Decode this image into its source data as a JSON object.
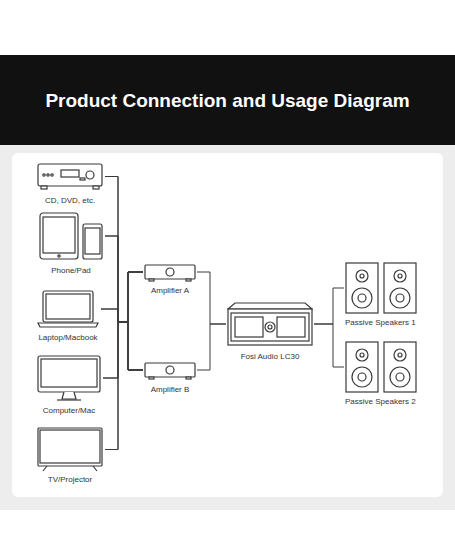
{
  "diagram": {
    "title": "Product Connection and Usage Diagram",
    "nodes": [
      {
        "text": [
          "CD, DVD, etc."
        ]
      },
      {
        "text": [
          "Phone/Pad"
        ]
      },
      {
        "text": [
          "Laptop/Macbook"
        ]
      },
      {
        "text": [
          "Computer/Mac"
        ]
      },
      {
        "text": [
          "TV/Projector"
        ]
      },
      {
        "text": [
          "Amplifier A"
        ]
      },
      {
        "text": [
          "Amplifier B"
        ]
      },
      {
        "text": [
          "Fosi Audio LC30"
        ]
      },
      {
        "text": [
          "Passive Speakers 1"
        ]
      },
      {
        "text": [
          "Passive Speakers 2"
        ]
      }
    ],
    "edges": [
      {
        "from": 0,
        "to": 5,
        "arrow": "none"
      },
      {
        "from": 0,
        "to": 6,
        "arrow": "none"
      },
      {
        "from": 1,
        "to": 5,
        "arrow": "none"
      },
      {
        "from": 1,
        "to": 6,
        "arrow": "none"
      },
      {
        "from": 2,
        "to": 5,
        "arrow": "none"
      },
      {
        "from": 2,
        "to": 6,
        "arrow": "none"
      },
      {
        "from": 3,
        "to": 5,
        "arrow": "none"
      },
      {
        "from": 3,
        "to": 6,
        "arrow": "none"
      },
      {
        "from": 4,
        "to": 5,
        "arrow": "none"
      },
      {
        "from": 4,
        "to": 6,
        "arrow": "none"
      },
      {
        "from": 5,
        "to": 7,
        "arrow": "none"
      },
      {
        "from": 6,
        "to": 7,
        "arrow": "none"
      },
      {
        "from": 7,
        "to": 8,
        "arrow": "none"
      },
      {
        "from": 7,
        "to": 9,
        "arrow": "none"
      }
    ]
  }
}
